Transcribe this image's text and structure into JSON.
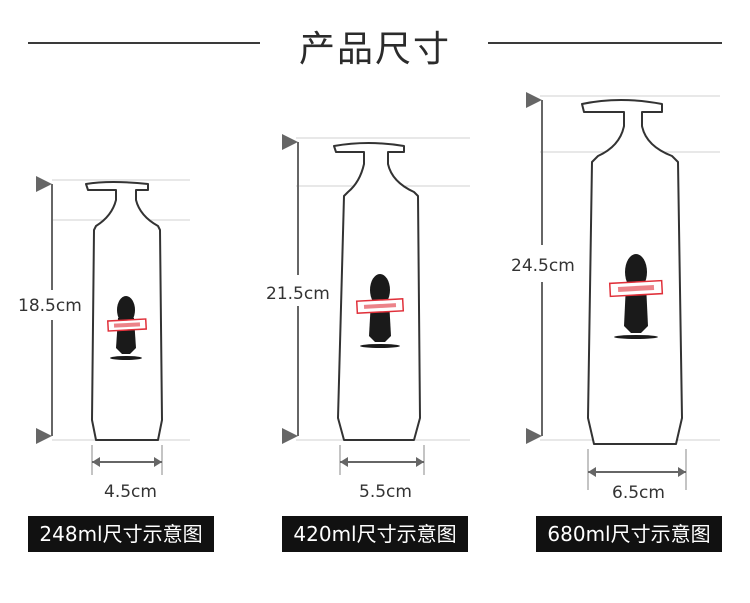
{
  "header": {
    "title": "产品尺寸"
  },
  "products": [
    {
      "height_label": "18.5cm",
      "width_label": "4.5cm",
      "caption": "248ml尺寸示意图"
    },
    {
      "height_label": "21.5cm",
      "width_label": "5.5cm",
      "caption": "420ml尺寸示意图"
    },
    {
      "height_label": "24.5cm",
      "width_label": "6.5cm",
      "caption": "680ml尺寸示意图"
    }
  ],
  "colors": {
    "dimension": "#666666",
    "outline": "#333333",
    "caption_bg": "#111111",
    "label_red": "#e0303a"
  }
}
